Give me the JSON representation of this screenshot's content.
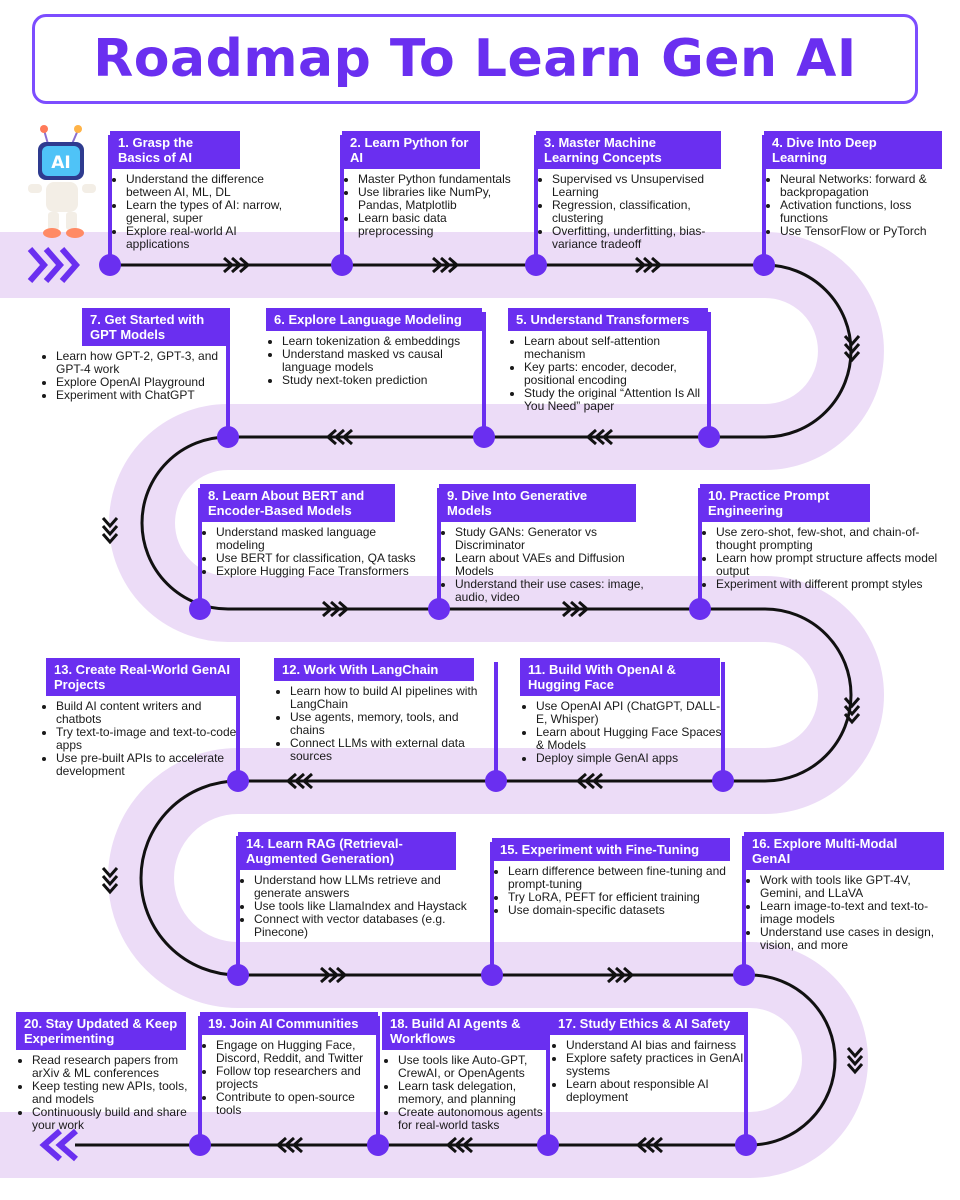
{
  "title": "Roadmap To Learn Gen AI",
  "robot_label": "AI",
  "colors": {
    "accent": "#6a2ff0",
    "track": "#ecdcf7",
    "title_border": "#7c4dff"
  },
  "steps": [
    {
      "title": "1. Grasp the Basics of AI",
      "bullets": [
        "Understand the difference between AI, ML, DL",
        "Learn the types of AI: narrow, general, super",
        "Explore real-world AI applications"
      ]
    },
    {
      "title": "2. Learn Python for AI",
      "bullets": [
        "Master Python fundamentals",
        "Use libraries like NumPy, Pandas, Matplotlib",
        "Learn basic data preprocessing"
      ]
    },
    {
      "title": "3. Master Machine Learning Concepts",
      "bullets": [
        "Supervised vs Unsupervised Learning",
        "Regression, classification, clustering",
        "Overfitting, underfitting, bias-variance tradeoff"
      ]
    },
    {
      "title": "4. Dive Into Deep Learning",
      "bullets": [
        "Neural Networks: forward & backpropagation",
        "Activation functions, loss functions",
        "Use TensorFlow or PyTorch"
      ]
    },
    {
      "title": "5. Understand Transformers",
      "bullets": [
        "Learn about self-attention mechanism",
        "Key parts: encoder, decoder, positional encoding",
        "Study the original “Attention Is All You Need” paper"
      ]
    },
    {
      "title": "6. Explore Language Modeling",
      "bullets": [
        "Learn tokenization & embeddings",
        "Understand masked vs causal language models",
        "Study next-token prediction"
      ]
    },
    {
      "title": "7. Get Started with GPT Models",
      "bullets": [
        "Learn how GPT-2, GPT-3, and GPT-4 work",
        "Explore OpenAI Playground",
        "Experiment with ChatGPT"
      ]
    },
    {
      "title": "8. Learn About BERT and Encoder-Based Models",
      "bullets": [
        "Understand masked language modeling",
        "Use BERT for classification, QA tasks",
        "Explore Hugging Face Transformers"
      ]
    },
    {
      "title": "9. Dive Into Generative Models",
      "bullets": [
        "Study GANs: Generator vs Discriminator",
        "Learn about VAEs and Diffusion Models",
        "Understand their use cases: image, audio, video"
      ]
    },
    {
      "title": "10. Practice Prompt Engineering",
      "bullets": [
        "Use zero-shot, few-shot, and chain-of-thought prompting",
        "Learn how prompt structure affects model output",
        "Experiment with different prompt styles"
      ]
    },
    {
      "title": "11. Build With OpenAI & Hugging Face",
      "bullets": [
        "Use OpenAI API (ChatGPT, DALL-E, Whisper)",
        "Learn about Hugging Face Spaces & Models",
        "Deploy simple GenAI apps"
      ]
    },
    {
      "title": "12. Work With LangChain",
      "bullets": [
        "Learn how to build AI pipelines with LangChain",
        "Use agents, memory, tools, and chains",
        "Connect LLMs with external data sources"
      ]
    },
    {
      "title": "13. Create Real-World GenAI Projects",
      "bullets": [
        "Build AI content writers and chatbots",
        "Try text-to-image and text-to-code apps",
        "Use pre-built APIs to accelerate development"
      ]
    },
    {
      "title": "14. Learn RAG (Retrieval-Augmented Generation)",
      "bullets": [
        "Understand how LLMs retrieve and generate answers",
        "Use tools like LlamaIndex and Haystack",
        "Connect with vector databases (e.g. Pinecone)"
      ]
    },
    {
      "title": "15. Experiment with Fine-Tuning",
      "bullets": [
        "Learn difference between fine-tuning and prompt-tuning",
        "Try LoRA, PEFT for efficient training",
        "Use domain-specific datasets"
      ]
    },
    {
      "title": "16. Explore Multi-Modal GenAI",
      "bullets": [
        "Work with tools like GPT-4V, Gemini, and LLaVA",
        "Learn image-to-text and text-to-image models",
        "Understand use cases in design, vision, and more"
      ]
    },
    {
      "title": "17. Study Ethics & AI Safety",
      "bullets": [
        "Understand AI bias and fairness",
        "Explore safety practices in GenAI systems",
        "Learn about responsible AI deployment"
      ]
    },
    {
      "title": "18. Build AI Agents & Workflows",
      "bullets": [
        "Use tools like Auto-GPT, CrewAI, or OpenAgents",
        "Learn task delegation, memory, and planning",
        "Create autonomous agents for real-world tasks"
      ]
    },
    {
      "title": "19. Join AI Communities",
      "bullets": [
        "Engage on Hugging Face, Discord, Reddit, and Twitter",
        "Follow top researchers and projects",
        "Contribute to open-source tools"
      ]
    },
    {
      "title": "20. Stay Updated & Keep Experimenting",
      "bullets": [
        "Read research papers from arXiv & ML conferences",
        "Keep testing new APIs, tools, and models",
        "Continuously build and share your work"
      ]
    }
  ]
}
